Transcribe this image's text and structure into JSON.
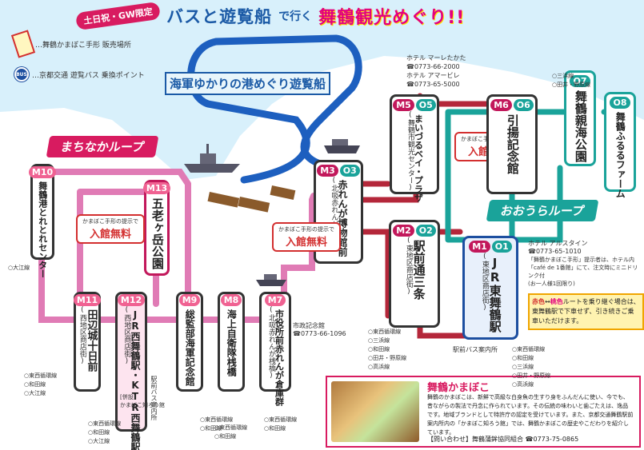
{
  "title": {
    "pill": "土日祝・GW限定",
    "main": "バスと遊覧船",
    "sub": "で行く",
    "big": "舞鶴観光めぐり!!"
  },
  "legend": {
    "kamaboko": "…舞鶴かまぼこ手形 販売場所",
    "bus": "…京都交通 遊覧バス 乗換ポイント"
  },
  "cruise_label": "海軍ゆかりの港めぐり遊覧船",
  "loops": {
    "machinaka": "まちなかループ",
    "oura": "おおうらループ"
  },
  "coupon": {
    "note": "かまぼこ手形の提示で",
    "free": "入館無料"
  },
  "stations": {
    "m10": {
      "code": "M10",
      "name": "舞鶴港とれとれセンター"
    },
    "m13": {
      "code": "M13",
      "name": "五老ヶ岳公園"
    },
    "m11": {
      "code": "M11",
      "name": "田辺城十日前",
      "sub": "(西地区商店街)"
    },
    "m12": {
      "code": "M12",
      "name": "JR西舞鶴駅・KTR西舞鶴駅",
      "sub": "(西地区商店街)"
    },
    "m9": {
      "code": "M9",
      "name": "総監部海軍記念館"
    },
    "m8": {
      "code": "M8",
      "name": "海上自衛隊桟橋"
    },
    "m7": {
      "code": "M7",
      "name": "市役所前赤れんが倉庫群",
      "sub": "(北吸赤れんが桟橋)"
    },
    "m3": {
      "code_m": "M3",
      "code_o": "O3",
      "name": "赤れんが博物館前",
      "sub": "(北吸赤れんが桟橋)"
    },
    "m2": {
      "code_m": "M2",
      "code_o": "O2",
      "name": "駅前通三条",
      "sub": "(東地区商店街)"
    },
    "m1": {
      "code_m": "M1",
      "code_o": "O1",
      "name": "JR東舞鶴駅",
      "sub": "(東地区商店街)"
    },
    "m5": {
      "code_m": "M5",
      "code_o": "O5",
      "name": "まいづるベイ・プラザ",
      "sub": "(舞鶴市観光センター)"
    },
    "m6": {
      "code_m": "M6",
      "code_o": "O6",
      "name": "引揚記念館"
    },
    "o7": {
      "code_o": "O7",
      "name": "舞鶴親海公園"
    },
    "o8": {
      "code_o": "O8",
      "name": "舞鶴ふるるファーム"
    }
  },
  "hotels": {
    "h1_name": "ホテル マーレたかた",
    "h1_tel": "☎0773-66-2000",
    "h2_name": "ホテル アマービレ",
    "h2_tel": "☎0773-65-5000",
    "h3_name": "ホテル アルスタイン",
    "h3_tel": "☎0773-65-1010",
    "h3_note1": "「舞鶴かまぼこ手形」提示者は、ホテル内",
    "h3_note2": "「café de 1番館」にて、注文時にミニドリンク付",
    "h3_note3": "(お一人様1回限り)"
  },
  "bus_stops": {
    "m10": "大江線",
    "m11": [
      "東西循環線",
      "和田線",
      "大江線"
    ],
    "m12": [
      "東西循環線",
      "和田線",
      "大江線"
    ],
    "m9": [
      "東西循環線",
      "和田線"
    ],
    "m8": [
      "東西循環線",
      "和田線"
    ],
    "m7": [
      "東西循環線",
      "和田線"
    ],
    "m2": [
      "東西循環線",
      "三浜線",
      "和田線",
      "田井・野原線",
      "高浜線"
    ],
    "m1": [
      "東西循環線",
      "和田線",
      "三浜線",
      "田井・野原線",
      "高浜線"
    ],
    "m6": [
      "三浜線",
      "田井・野原線"
    ]
  },
  "labels": {
    "m12_note1": "[併設]",
    "m12_note2": "かまぼこ知ろう館",
    "west_bus_info": "駅前バス案内所",
    "east_bus_info": "駅前バス案内所",
    "memorial_hall": "市政記念館",
    "memorial_tel": "☎0773-66-1096"
  },
  "notice": {
    "red": "赤色",
    "arrow": "↔",
    "pink": "桃色",
    "text": "ルートを乗り継ぐ場合は、東舞鶴駅で下車せず、引き続きご乗車いただけます。"
  },
  "info": {
    "title": "舞鶴かまぼこ",
    "body": "舞鶴のかまぼこは、新鮮で高級な白身魚の生すり身をふんだんに使い、今でも、昔ながらの製法で丹念に作られています。その伝統の味わいと歯ごたえは、逸品です。地域ブランドとして特許庁の認定を受けています。また、京都交通舞鶴駅前案内所内の「かまぼこ知ろう館」では、舞鶴かまぼこの歴史やこだわりを紹介しています。",
    "contact": "【問い合わせ】舞鶴蒲鉾協同組合 ☎0773-75-0865"
  },
  "colors": {
    "pink_route": "#e07bb5",
    "red_route": "#b4273a",
    "teal_route": "#1aa39a",
    "cruise_route": "#1d5fbf",
    "sea": "#d8f0fb",
    "land": "#ffffff"
  }
}
